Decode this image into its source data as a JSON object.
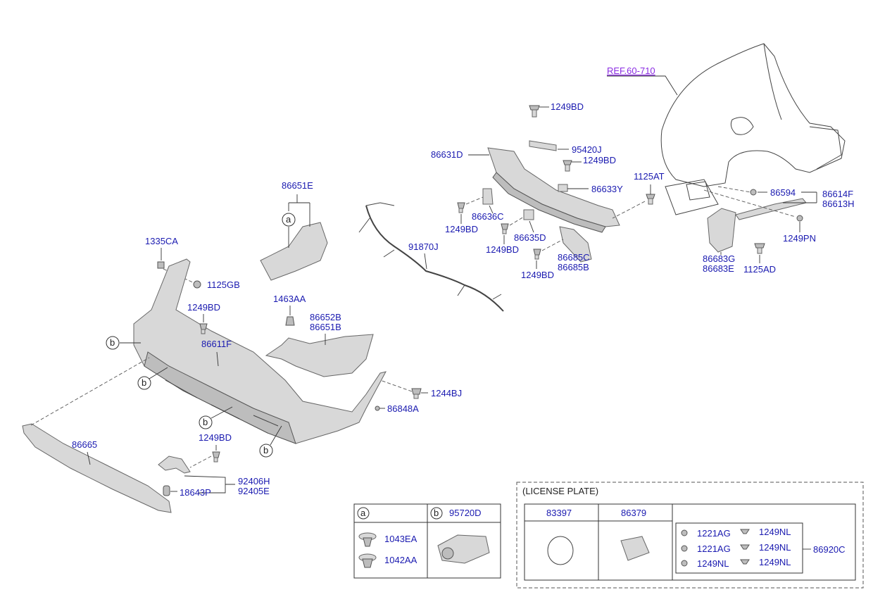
{
  "ref": "REF.60-710",
  "callouts": {
    "a": "a",
    "b": "b"
  },
  "labels": {
    "p1249BD": "1249BD",
    "p95420J": "95420J",
    "p86631D": "86631D",
    "p86633Y": "86633Y",
    "p1125AT": "1125AT",
    "p86594": "86594",
    "p86614F": "86614F",
    "p86613H": "86613H",
    "p1249PN": "1249PN",
    "p86683G": "86683G",
    "p86683E": "86683E",
    "p1125AD": "1125AD",
    "p86636C": "86636C",
    "p86635D": "86635D",
    "p86685C": "86685C",
    "p86685B": "86685B",
    "p86651E": "86651E",
    "p91870J": "91870J",
    "p1335CA": "1335CA",
    "p1125GB": "1125GB",
    "p1463AA": "1463AA",
    "p86652B": "86652B",
    "p86651B": "86651B",
    "p86611F": "86611F",
    "p1244BJ": "1244BJ",
    "p86848A": "86848A",
    "p86665": "86665",
    "p92406H": "92406H",
    "p92405E": "92405E",
    "p18643P": "18643P"
  },
  "legend_table": {
    "cell_a": "a",
    "cell_b": "b",
    "b_part": "95720D",
    "a_parts": [
      "1043EA",
      "1042AA"
    ]
  },
  "license_plate": {
    "title": "(LICENSE PLATE)",
    "col1": "83397",
    "col2": "86379",
    "kit_part": "86920C",
    "left_items": [
      "1221AG",
      "1221AG",
      "1249NL"
    ],
    "right_items": [
      "1249NL",
      "1249NL",
      "1249NL"
    ]
  },
  "colors": {
    "label": "#1a1ab0",
    "ref_link": "#8a2be2",
    "part_fill": "#d8d8d8"
  }
}
